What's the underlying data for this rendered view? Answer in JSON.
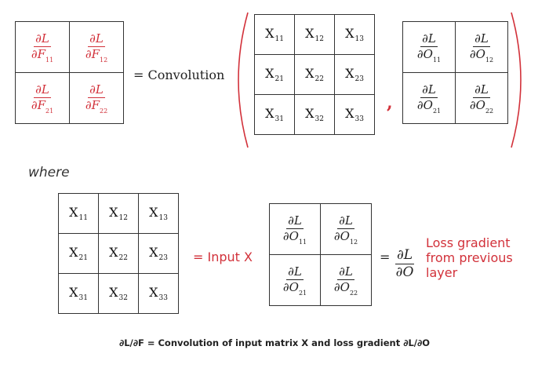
{
  "dF": {
    "numerator": "∂L",
    "denominator": "∂F",
    "subscripts": [
      "11",
      "12",
      "21",
      "22"
    ]
  },
  "equals_convolution": "= Convolution",
  "x_symbol": "X",
  "x_subscripts": [
    "11",
    "12",
    "13",
    "21",
    "22",
    "23",
    "31",
    "32",
    "33"
  ],
  "comma": ",",
  "dO": {
    "numerator": "∂L",
    "denominator": "∂O",
    "subscripts": [
      "11",
      "12",
      "21",
      "22"
    ]
  },
  "where": "where",
  "input_x_label": "= Input X",
  "equals": "=",
  "loss_fraction": {
    "numerator": "∂L",
    "denominator": "∂O"
  },
  "loss_label_lines": [
    "Loss gradient",
    "from previous",
    "layer"
  ],
  "caption": "∂L/∂F = Convolution of input matrix X and loss gradient ∂L/∂O",
  "colors": {
    "accent_red": "#d2313a",
    "text": "#222222",
    "border": "#333333"
  }
}
